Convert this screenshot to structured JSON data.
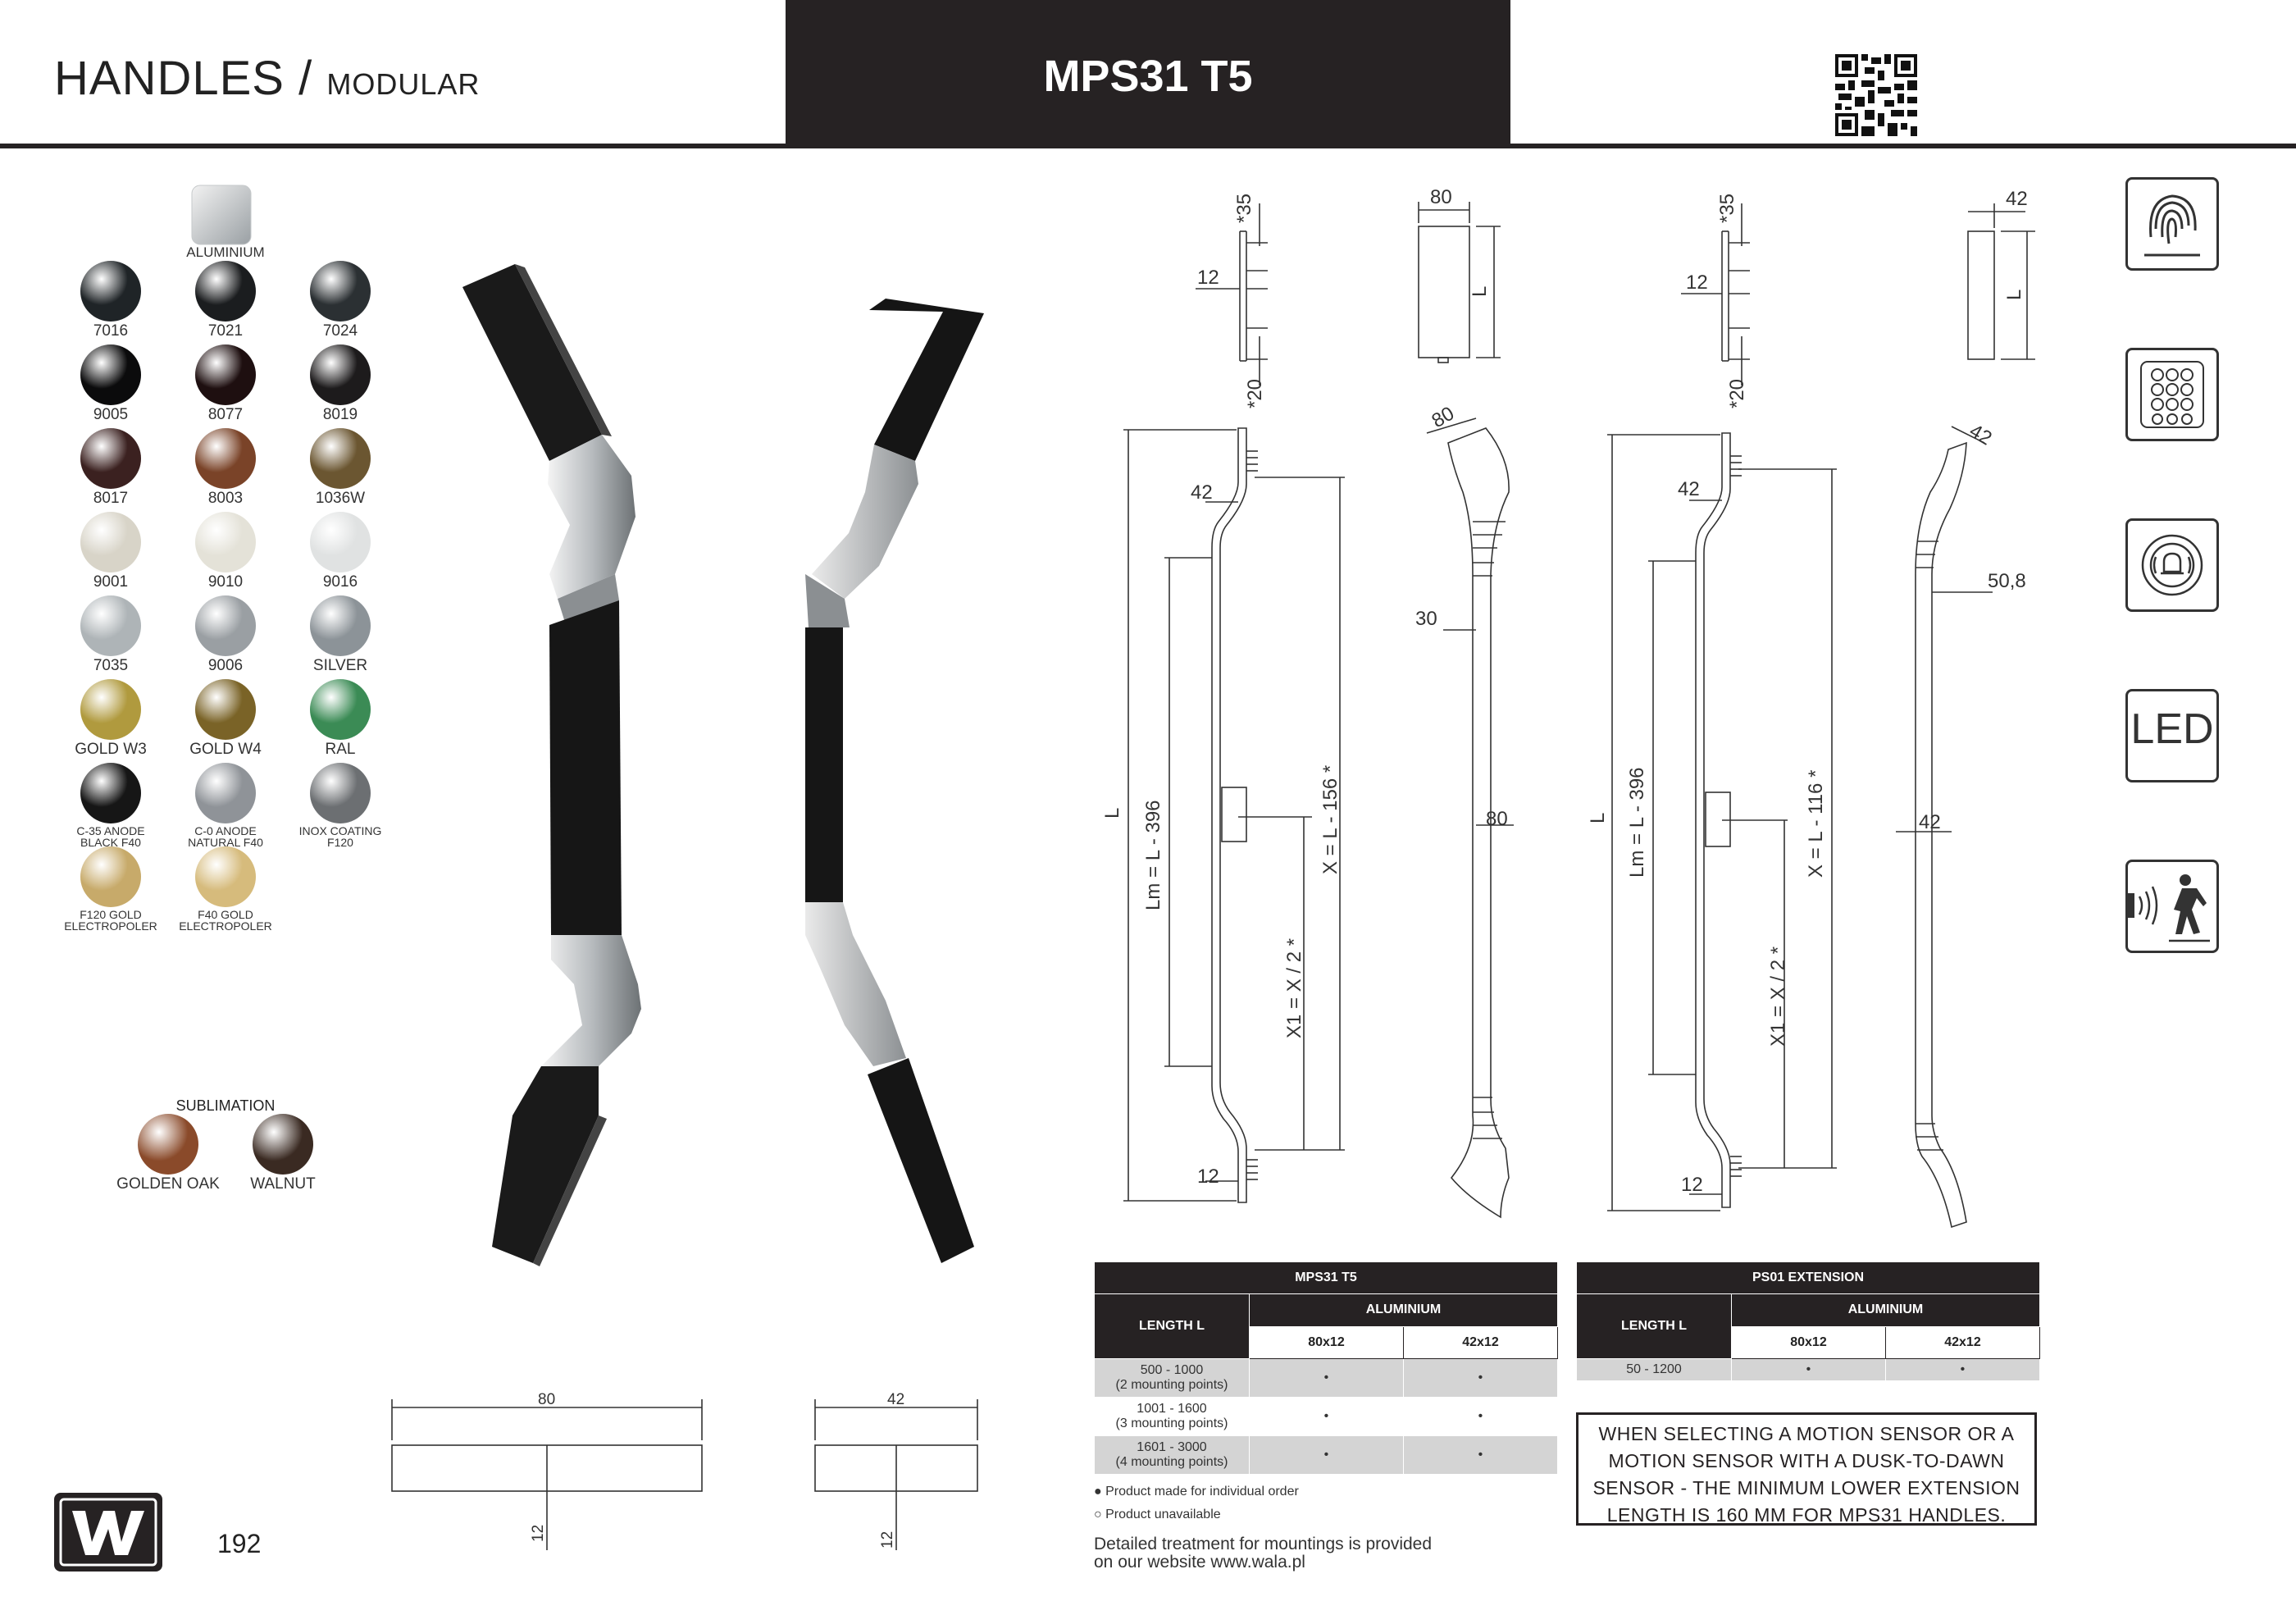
{
  "header": {
    "section": "HANDLES /",
    "subsection": "MODULAR",
    "model": "MPS31 T5"
  },
  "finishes": {
    "aluminium_label": "ALUMINIUM",
    "items": [
      {
        "label": "7016",
        "color": "#1f2427"
      },
      {
        "label": "7021",
        "color": "#1b1d1f"
      },
      {
        "label": "7024",
        "color": "#2b3033"
      },
      {
        "label": "9005",
        "color": "#0b0b0c"
      },
      {
        "label": "8077",
        "color": "#1e0f10"
      },
      {
        "label": "8019",
        "color": "#1d1b1c"
      },
      {
        "label": "8017",
        "color": "#3b2120"
      },
      {
        "label": "8003",
        "color": "#7a4328"
      },
      {
        "label": "1036W",
        "color": "#6b5631"
      },
      {
        "label": "9001",
        "color": "#d8d4c8"
      },
      {
        "label": "9010",
        "color": "#e4e2d8"
      },
      {
        "label": "9016",
        "color": "#e0e2e2"
      },
      {
        "label": "7035",
        "color": "#aeb4b7"
      },
      {
        "label": "9006",
        "color": "#9a9fa3"
      },
      {
        "label": "SILVER",
        "color": "#8c9398"
      },
      {
        "label": "GOLD W3",
        "color": "#b09a3e"
      },
      {
        "label": "GOLD W4",
        "color": "#7a6327"
      },
      {
        "label": "RAL",
        "color": "#3b8b55"
      },
      {
        "label": "C-35 ANODE BLACK F40",
        "color": "#161616"
      },
      {
        "label": "C-0 ANODE NATURAL F40",
        "color": "#8f9398"
      },
      {
        "label": "INOX COATING F120",
        "color": "#6c6f72"
      },
      {
        "label": "F120 GOLD ELECTROPOLER",
        "color": "#c7aa6a"
      },
      {
        "label": "F40 GOLD ELECTROPOLER",
        "color": "#d6bb7c"
      }
    ],
    "sublimation_label": "SUBLIMATION",
    "sublimation": [
      {
        "label": "GOLDEN OAK",
        "color": "#8a4a2a"
      },
      {
        "label": "WALNUT",
        "color": "#3a2a22"
      }
    ]
  },
  "drawing_labels": {
    "d35": "*35",
    "d20": "*20",
    "d12": "12",
    "d80": "80",
    "d42": "42",
    "dL": "L",
    "d30": "30",
    "d50_8": "50,8",
    "lm": "Lm = L - 396",
    "x_a": "X = L - 156 *",
    "x_b": "X = L - 116 *",
    "x1": "X1 = X / 2 *"
  },
  "table_mps31": {
    "title": "MPS31 T5",
    "length_header": "LENGTH L",
    "material_header": "ALUMINIUM",
    "col1": "80x12",
    "col2": "42x12",
    "rows": [
      {
        "length": "500 - 1000",
        "note": "(2 mounting points)",
        "c1": "•",
        "c2": "•"
      },
      {
        "length": "1001 - 1600",
        "note": "(3 mounting points)",
        "c1": "•",
        "c2": "•"
      },
      {
        "length": "1601 - 3000",
        "note": "(4 mounting points)",
        "c1": "•",
        "c2": "•"
      }
    ]
  },
  "table_ps01": {
    "title": "PS01 EXTENSION",
    "length_header": "LENGTH L",
    "material_header": "ALUMINIUM",
    "col1": "80x12",
    "col2": "42x12",
    "rows": [
      {
        "length": "50 - 1200",
        "c1": "•",
        "c2": "•"
      }
    ]
  },
  "legend": {
    "filled": "● Product made for individual order",
    "empty": "○ Product unavailable"
  },
  "note_line1": "Detailed treatment for mountings is provided",
  "note_line2": "on our website www.wala.pl",
  "warning": "WHEN SELECTING A MOTION SENSOR OR A MOTION SENSOR WITH A DUSK-TO-DAWN SENSOR - THE MINIMUM LOWER EXTENSION LENGTH IS 160 MM FOR MPS31 HANDLES.",
  "led_label": "LED",
  "page_number": "192",
  "icons": [
    "fingerprint-icon",
    "keypad-icon",
    "doorbell-icon",
    "led-icon",
    "motion-sensor-icon"
  ]
}
